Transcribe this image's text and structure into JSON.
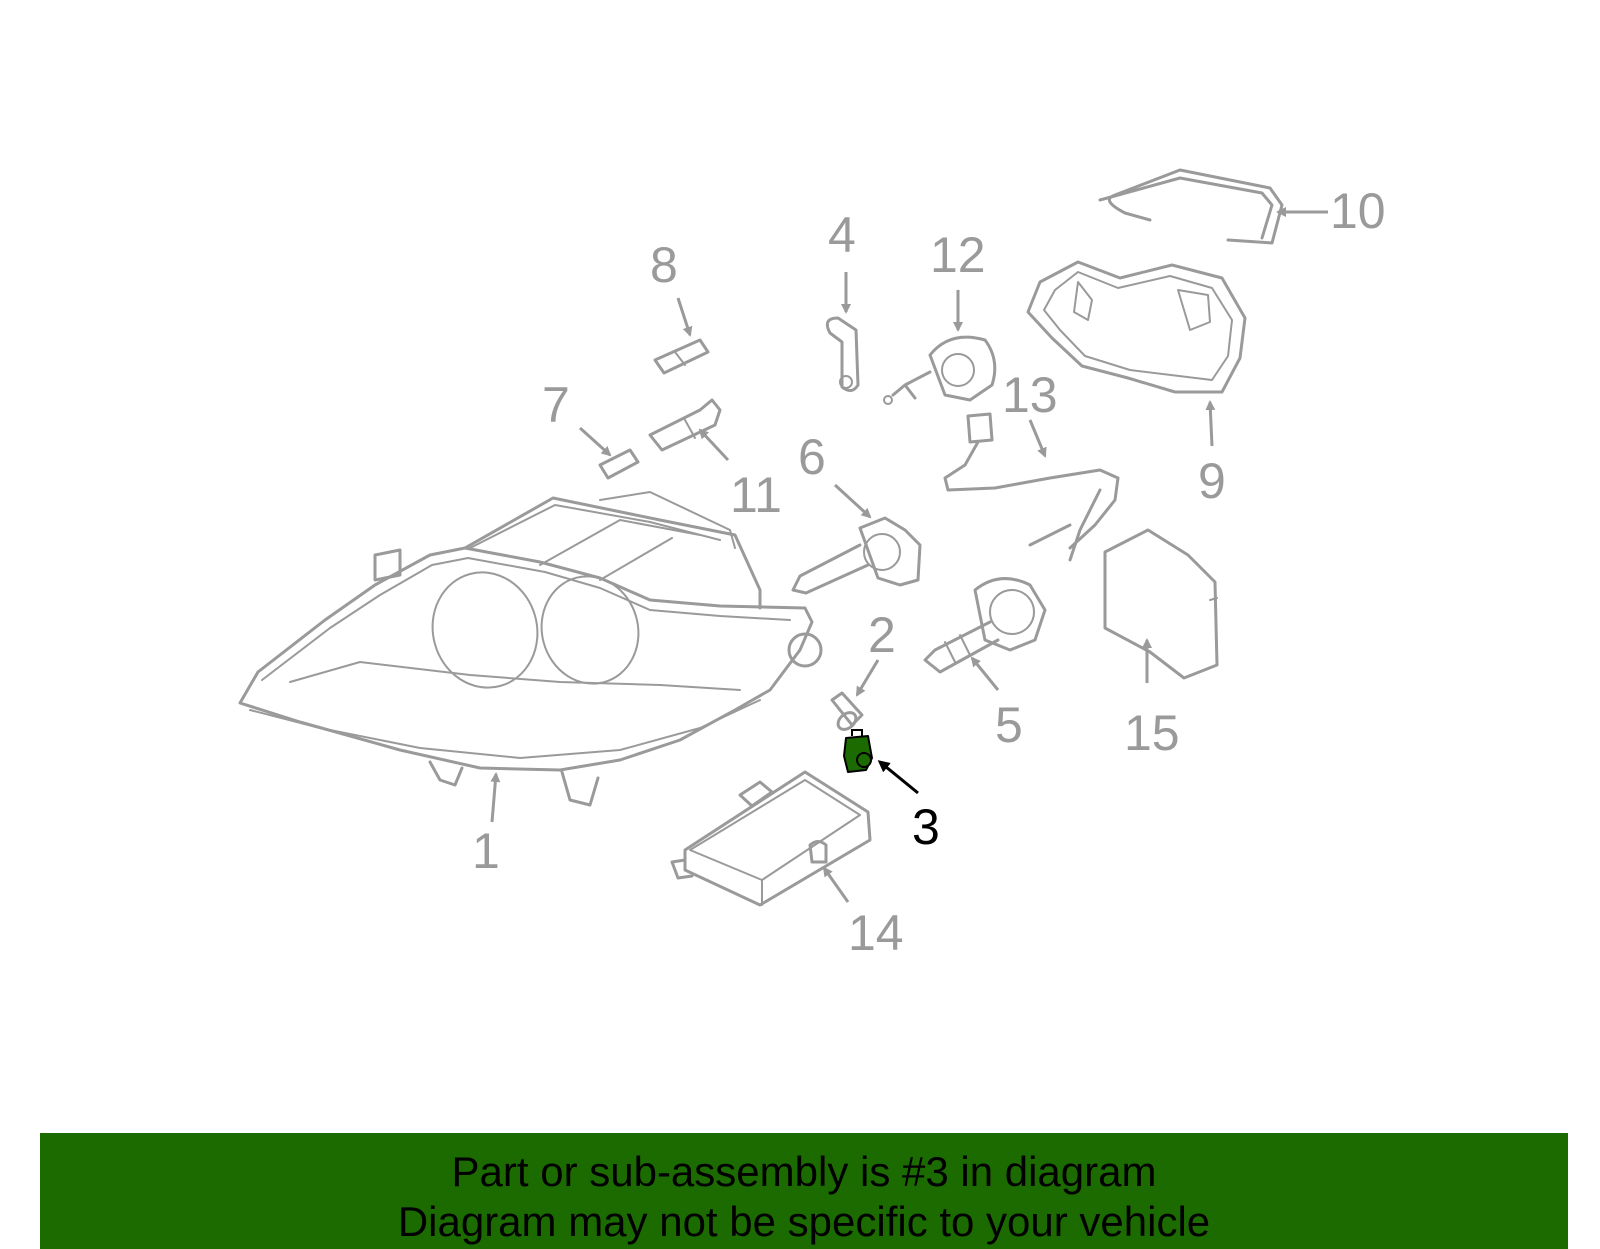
{
  "diagram": {
    "highlight_color": "#1c6b00",
    "part_color": "#9a9a9a",
    "callouts": [
      {
        "label": "1"
      },
      {
        "label": "2"
      },
      {
        "label": "3",
        "highlighted": true
      },
      {
        "label": "4"
      },
      {
        "label": "5"
      },
      {
        "label": "6"
      },
      {
        "label": "7"
      },
      {
        "label": "8"
      },
      {
        "label": "9"
      },
      {
        "label": "10"
      },
      {
        "label": "11"
      },
      {
        "label": "12"
      },
      {
        "label": "13"
      },
      {
        "label": "14"
      },
      {
        "label": "15"
      }
    ]
  },
  "banner": {
    "background_color": "#1c6b00",
    "line1": "Part or sub-assembly is #3 in diagram",
    "line2": "Diagram may not be specific to your vehicle"
  }
}
